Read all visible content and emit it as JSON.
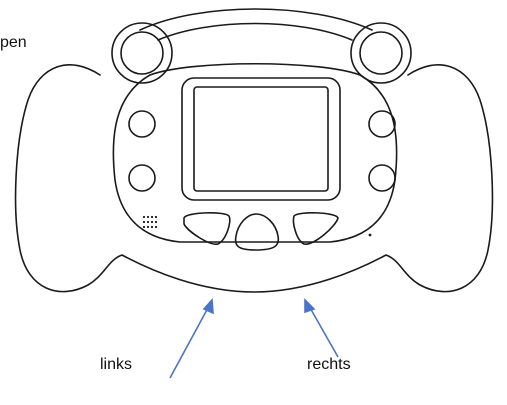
{
  "labels": {
    "top_partial": "pen",
    "left_arrow": "links",
    "right_arrow": "rechts"
  },
  "colors": {
    "outline": "#1a1a1a",
    "arrow": "#4a74c8",
    "background": "#ffffff"
  }
}
